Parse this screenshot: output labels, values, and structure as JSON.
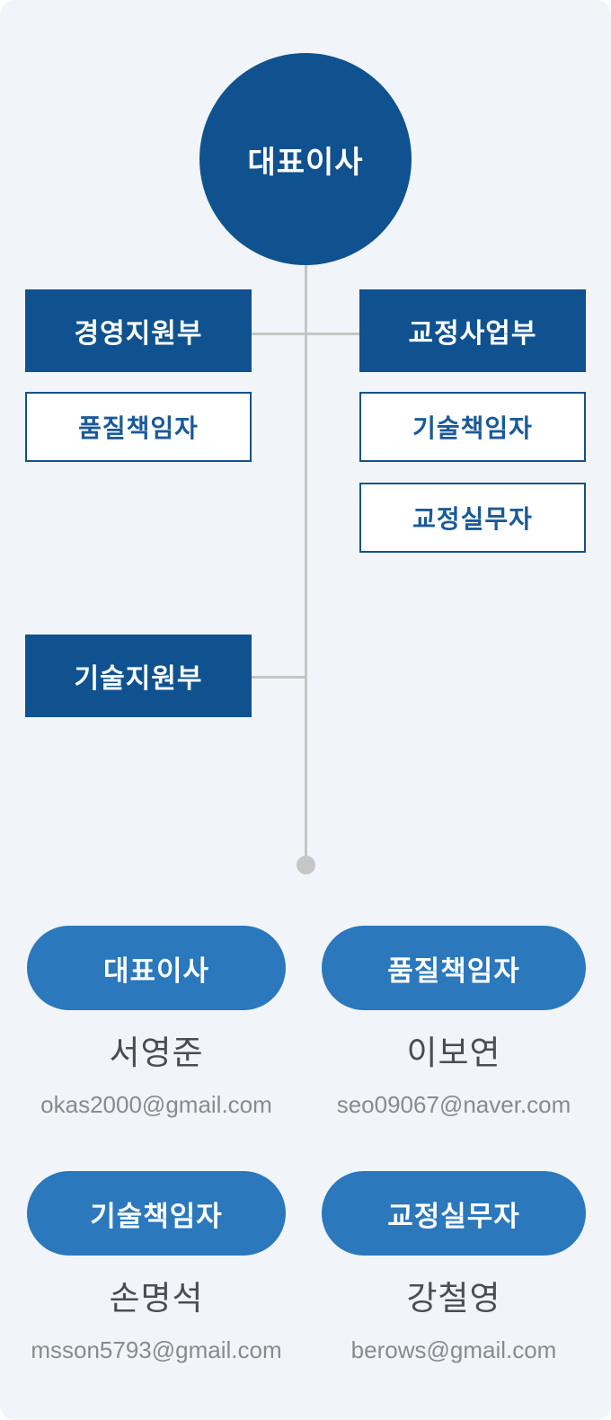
{
  "org_chart": {
    "root_label": "대표이사",
    "departments": [
      {
        "label": "경영지원부",
        "children": [
          "품질책임자"
        ]
      },
      {
        "label": "교정사업부",
        "children": [
          "기술책임자",
          "교정실무자"
        ]
      },
      {
        "label": "기술지원부",
        "children": []
      }
    ]
  },
  "contacts": [
    {
      "role": "대표이사",
      "name": "서영준",
      "email": "okas2000@gmail.com"
    },
    {
      "role": "품질책임자",
      "name": "이보연",
      "email": "seo09067@naver.com"
    },
    {
      "role": "기술책임자",
      "name": "손명석",
      "email": "msson5793@gmail.com"
    },
    {
      "role": "교정실무자",
      "name": "강철영",
      "email": "berows@gmail.com"
    }
  ],
  "colors": {
    "node_dark_blue": "#10528f",
    "pill_blue": "#2b78bc",
    "sub_box_text_blue": "#1a5a99",
    "connector_gray": "#c5c5c5",
    "end_dot_gray": "#c6c6c6",
    "background": "#f1f5fa",
    "name_text": "#4a4d52",
    "email_text": "#8a8a8e"
  }
}
